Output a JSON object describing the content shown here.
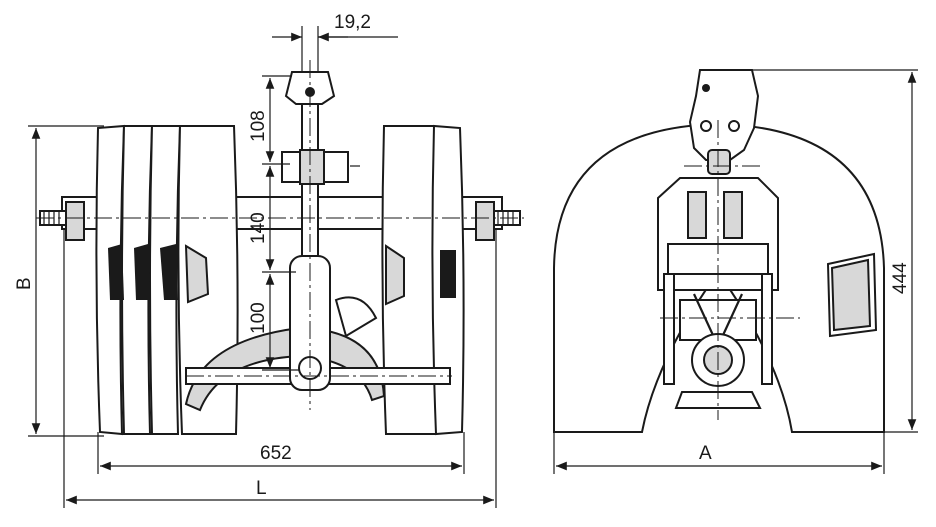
{
  "dimensions": {
    "pin_width": "19,2",
    "top_link": "108",
    "mid_link": "140",
    "low_link": "100",
    "height_b": "B",
    "width_652": "652",
    "length_l": "L",
    "height_444": "444",
    "width_a": "A"
  }
}
